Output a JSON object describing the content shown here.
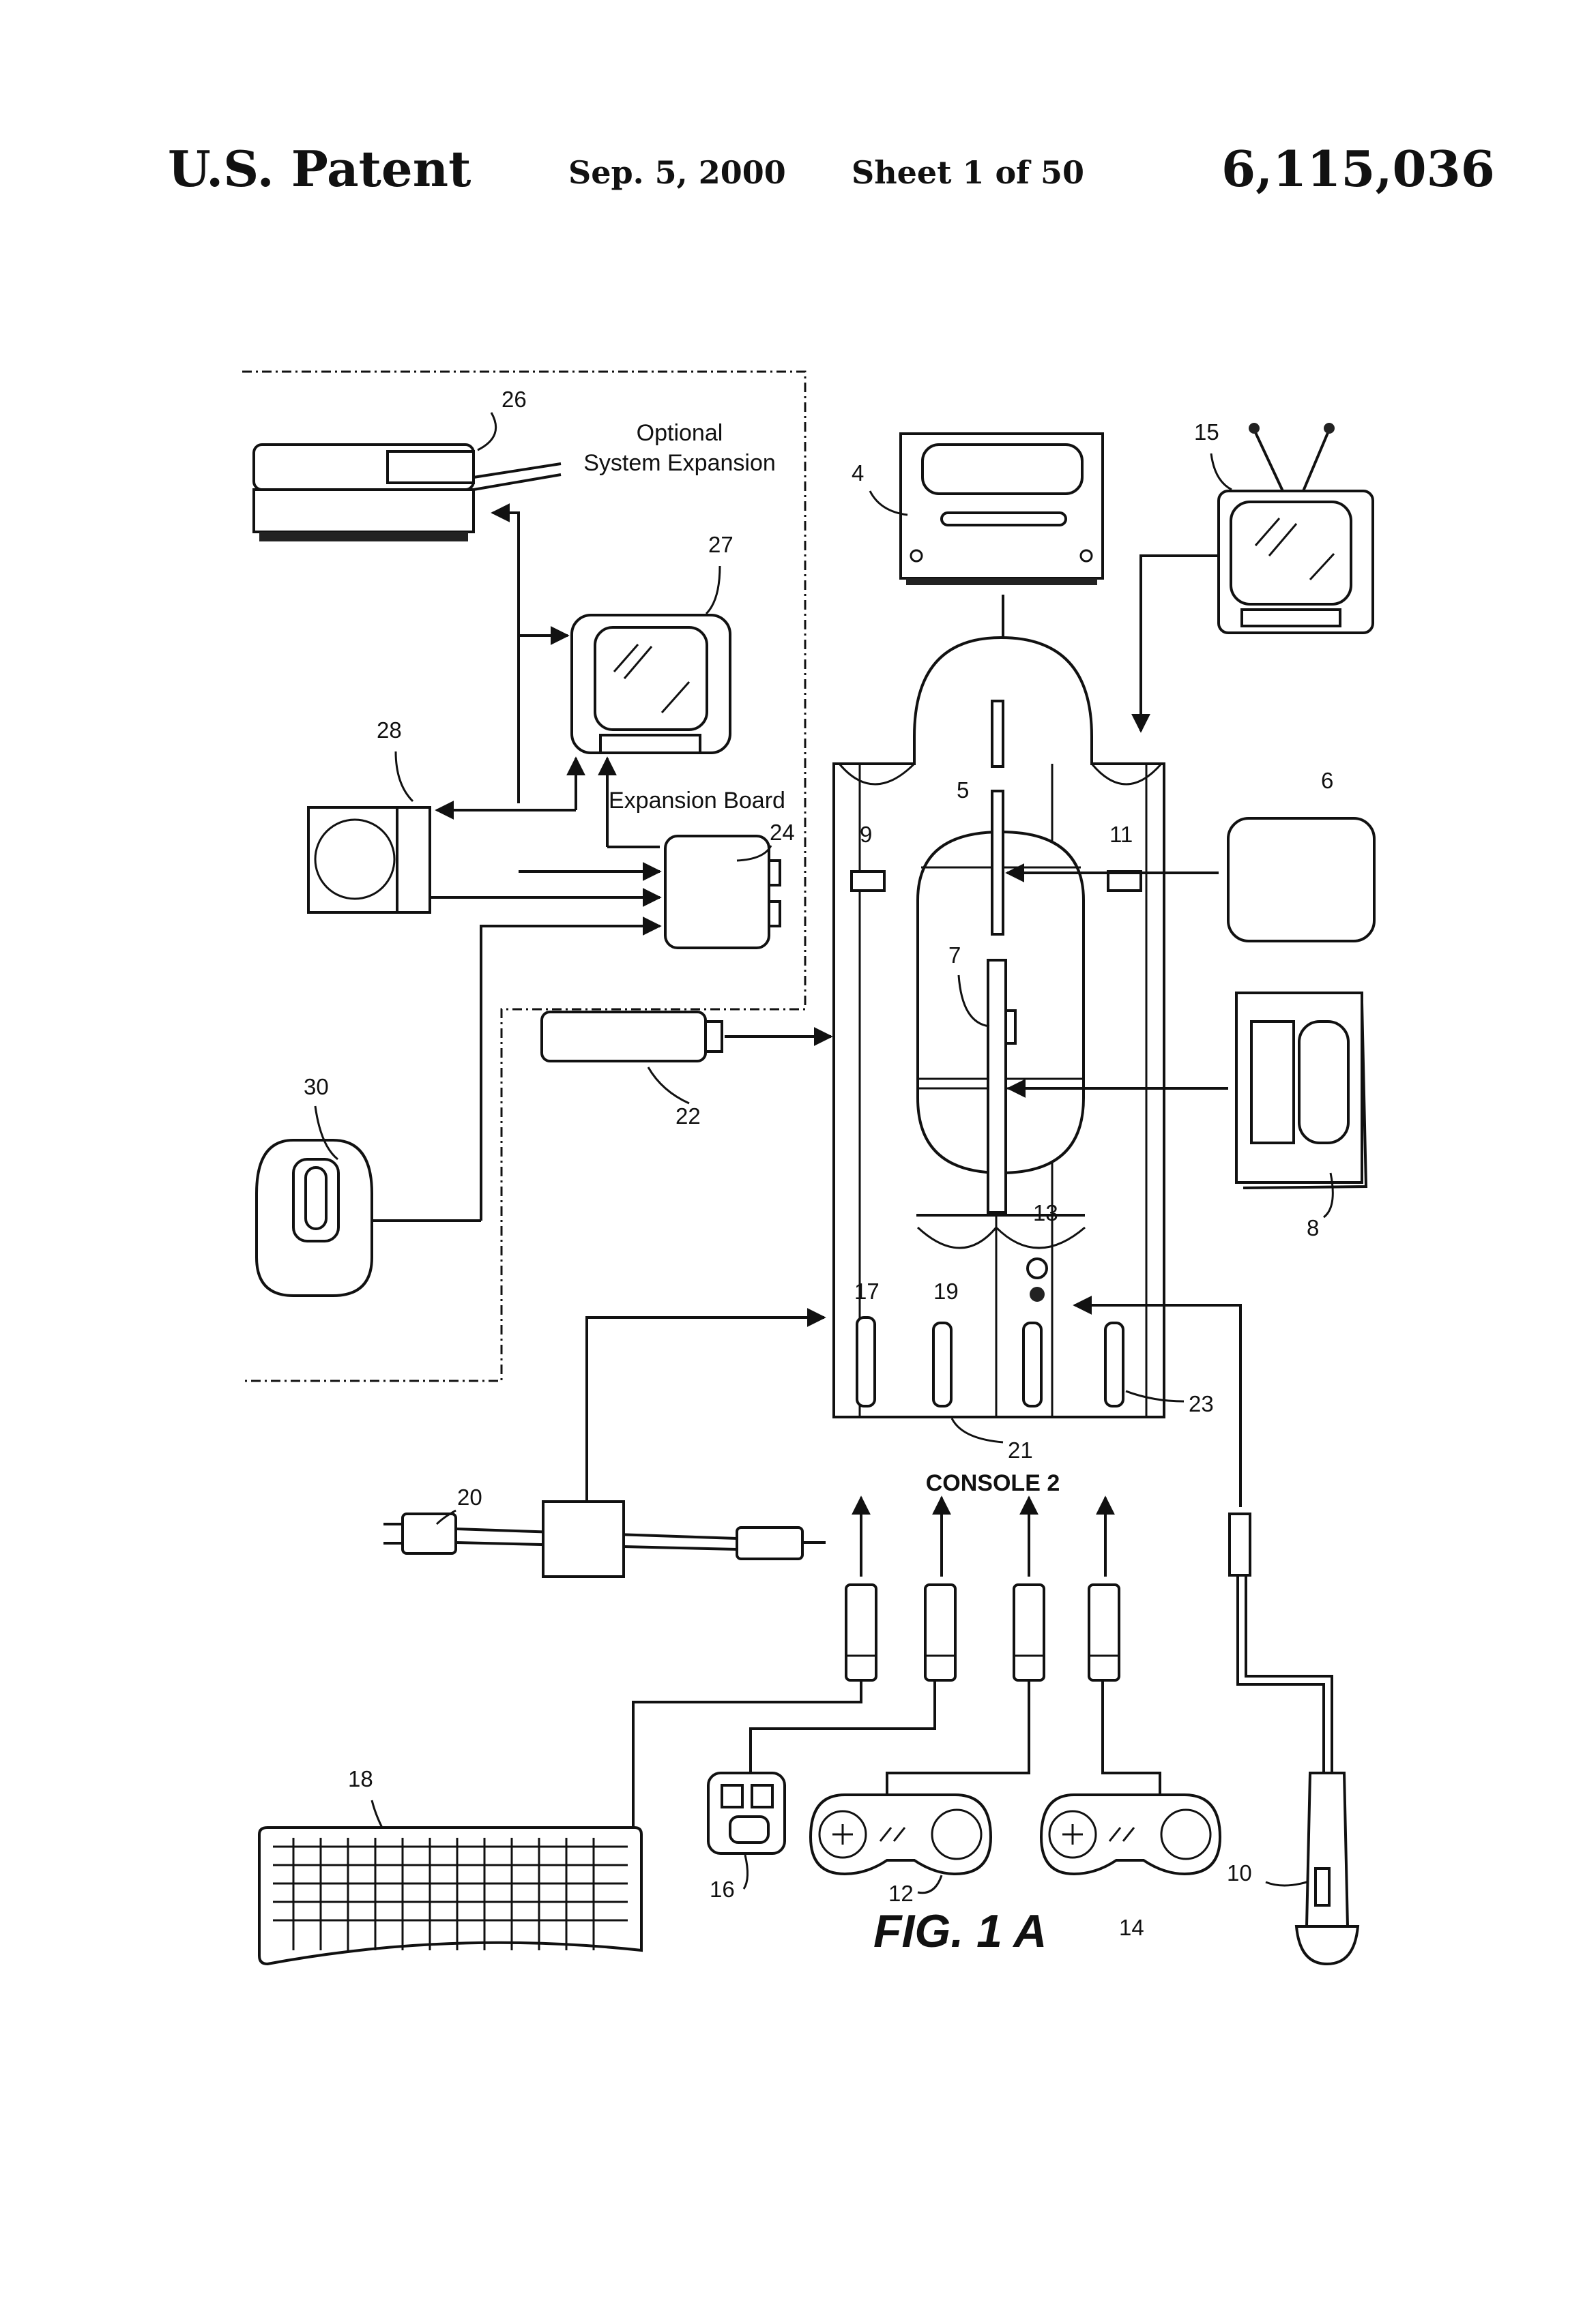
{
  "header": {
    "title": "U.S. Patent",
    "date": "Sep. 5, 2000",
    "sheet": "Sheet 1 of 50",
    "patent_number": "6,115,036"
  },
  "figure": {
    "caption": "FIG. 1 A",
    "console_label": "CONSOLE 2",
    "optional_label_line1": "Optional",
    "optional_label_line2": "System Expansion",
    "expansion_board_label": "Expansion Board",
    "refs": {
      "r4": "4",
      "r5": "5",
      "r6": "6",
      "r7": "7",
      "r8": "8",
      "r9": "9",
      "r10": "10",
      "r11": "11",
      "r12": "12",
      "r13": "13",
      "r14": "14",
      "r15": "15",
      "r16": "16",
      "r17": "17",
      "r18": "18",
      "r19": "19",
      "r20": "20",
      "r21": "21",
      "r22": "22",
      "r23": "23",
      "r24": "24",
      "r26": "26",
      "r27": "27",
      "r28": "28",
      "r30": "30"
    }
  }
}
